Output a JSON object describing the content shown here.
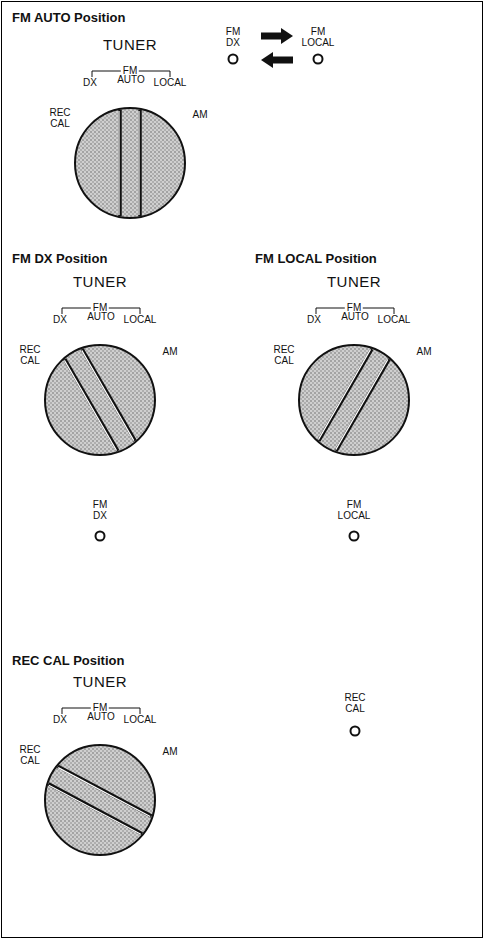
{
  "diagram": {
    "labels": [
      "FM AUTO Position",
      "TUNER",
      "FM",
      "DX",
      "AUTO",
      "LOCAL",
      "REC CAL",
      "AM",
      "FM DX",
      "FM LOCAL",
      "FM DX Position",
      "FM LOCAL Position",
      "TUNER",
      "FM",
      "DX",
      "AUTO",
      "LOCAL",
      "REC CAL",
      "AM",
      "TUNER",
      "FM",
      "DX",
      "AUTO",
      "LOCAL",
      "REC CAL",
      "AM",
      "FM DX",
      "FM LOCAL",
      "REC CAL Position",
      "TUNER",
      "FM",
      "DX",
      "AUTO",
      "LOCAL",
      "REC CAL",
      "AM",
      "REC CAL"
    ]
  }
}
